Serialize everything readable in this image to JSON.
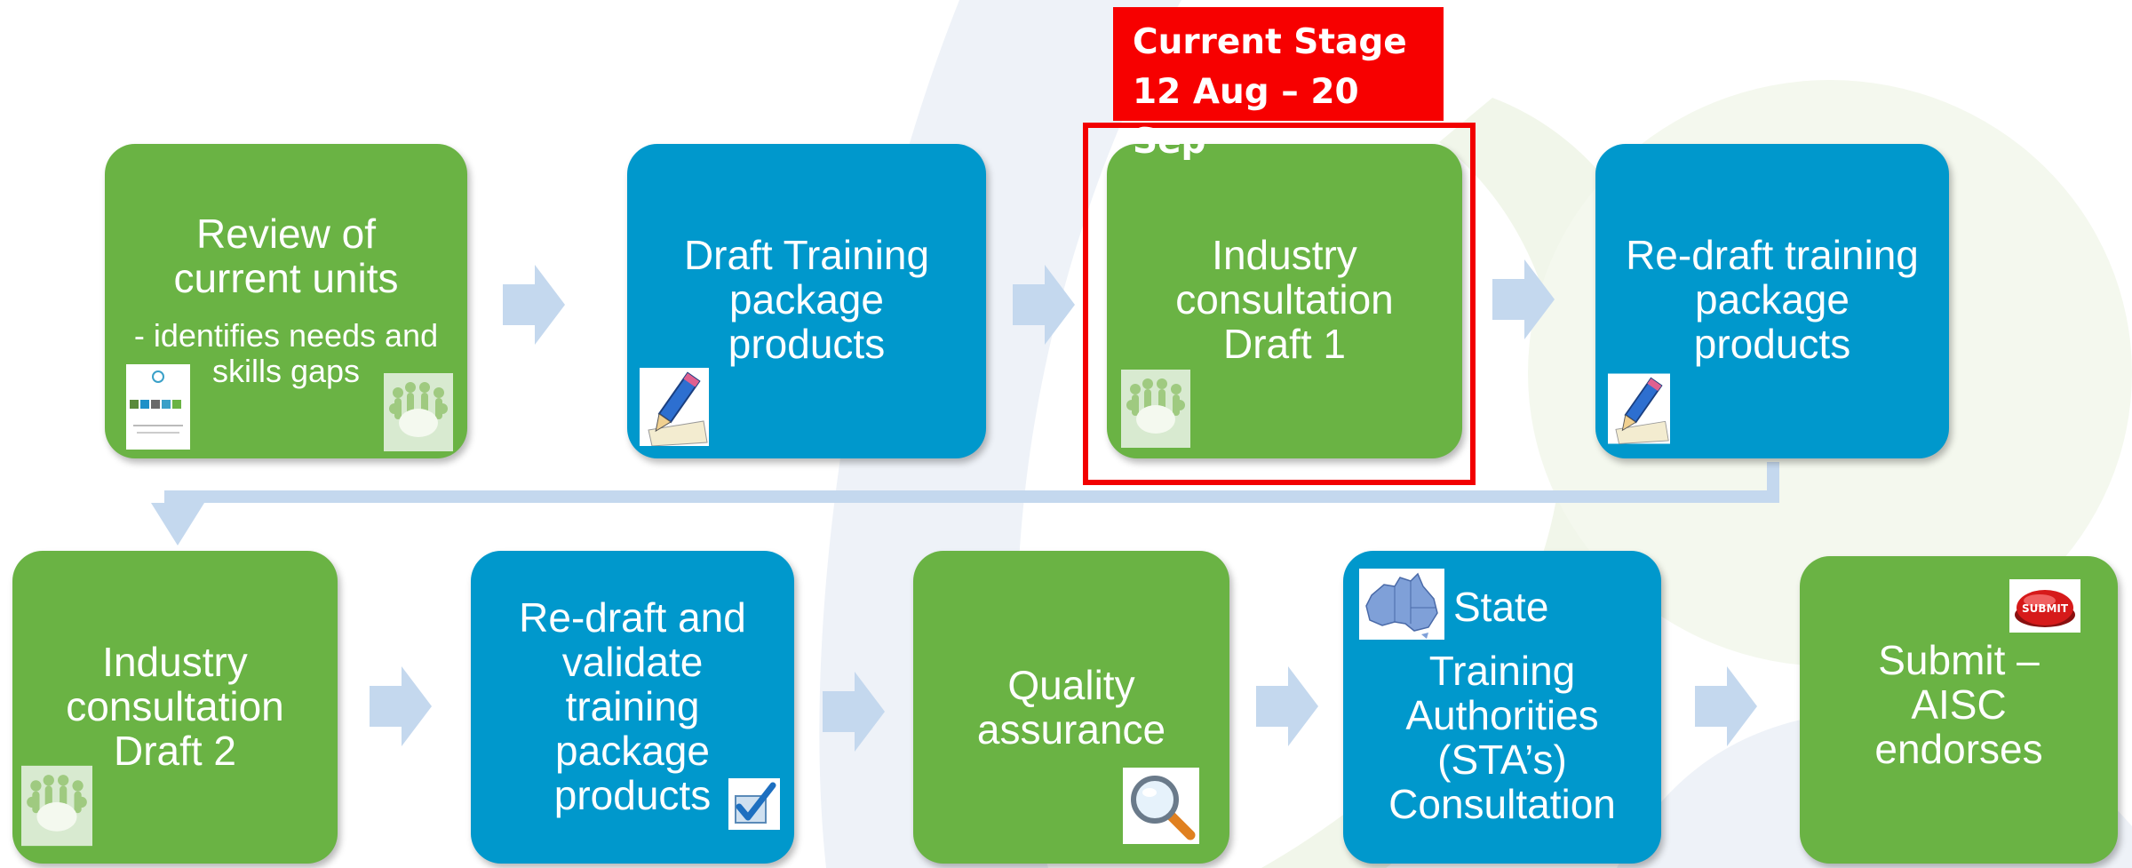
{
  "stage_banner": {
    "text": "Current Stage\n12 Aug – 20 Sep",
    "color": "#f70000"
  },
  "colors": {
    "green": "#6ab344",
    "blue": "#0098cc",
    "arrow": "#c4d8ee"
  },
  "steps": [
    {
      "title": "Review of\ncurrent units",
      "subtitle": "- identifies needs and\nskills gaps",
      "color": "green",
      "icons": [
        "document-thumbnail-icon",
        "people-group-icon"
      ]
    },
    {
      "title": "Draft Training\npackage\nproducts",
      "color": "blue",
      "icons": [
        "pencil-paper-icon"
      ]
    },
    {
      "title": "Industry\nconsultation\nDraft 1",
      "color": "green",
      "icons": [
        "people-group-icon"
      ]
    },
    {
      "title": "Re-draft training\npackage\nproducts",
      "color": "blue",
      "icons": [
        "pencil-paper-icon"
      ]
    },
    {
      "title": "Industry\nconsultation\nDraft 2",
      "color": "green",
      "icons": [
        "people-group-icon"
      ]
    },
    {
      "title": "Re-draft and\nvalidate\ntraining\npackage\nproducts",
      "color": "blue",
      "icons": [
        "checkbox-icon"
      ]
    },
    {
      "title": "Quality\nassurance",
      "color": "green",
      "icons": [
        "magnifier-icon"
      ]
    },
    {
      "title_first": "State",
      "title": "Training\nAuthorities\n(STA’s)\nConsultation",
      "color": "blue",
      "icons": [
        "australia-map-icon"
      ]
    },
    {
      "title": "Submit –\nAISC\nendorses",
      "color": "green",
      "icons": [
        "submit-button-icon"
      ]
    }
  ]
}
